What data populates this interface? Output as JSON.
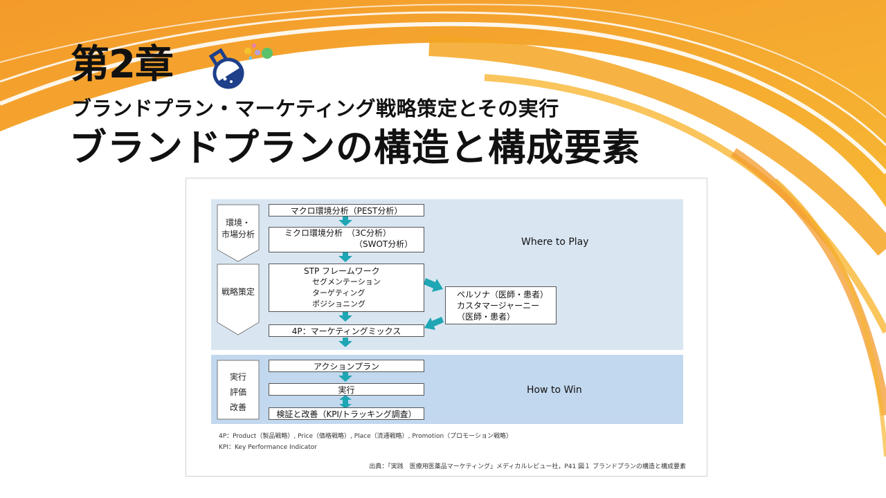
{
  "header": {
    "chapter": "第2章",
    "subtitle": "ブランドプラン・マーケティング戦略策定とその実行",
    "title": "ブランドプランの構造と構成要素"
  },
  "diagram": {
    "stages": [
      {
        "lines": [
          "環境・",
          "市場分析"
        ]
      },
      {
        "lines": [
          "戦略策定"
        ]
      },
      {
        "lines": [
          "実行",
          "評価",
          "改善"
        ]
      }
    ],
    "boxes": {
      "macro": "マクロ環境分析（PEST分析）",
      "micro_line1": "ミクロ環境分析　（3C分析）",
      "micro_line2": "（SWOT分析）",
      "stp_title": "STP フレームワーク",
      "stp_items": [
        "セグメンテーション",
        "ターゲティング",
        "ポジショニング"
      ],
      "persona": [
        "ペルソナ（医師・患者）",
        "カスタマージャーニー",
        "（医師・患者）"
      ],
      "fourp": "4P：マーケティングミックス",
      "action": "アクションプラン",
      "execute": "実行",
      "verify": "検証と改善（KPI/トラッキング調査）"
    },
    "zones": {
      "where": "Where to Play",
      "how": "How to Win"
    },
    "notes": [
      "4P：Product（製品戦略）, Price（価格戦略）, Place（流通戦略）, Promotion（プロモーション戦略）",
      "KPI：Key Performance Indicator"
    ],
    "source": "出典：「実践　医療用医薬品マーケティング」メディカルレビュー社，P41 図１ ブランドプランの構造と構成要素",
    "colors": {
      "arrow": "#1fa6b4",
      "panel_top": "#d9e6f2",
      "panel_bottom": "#c2d8ee"
    }
  },
  "decor": {
    "accent": "#f39a2b",
    "icon": "flask-icon"
  }
}
